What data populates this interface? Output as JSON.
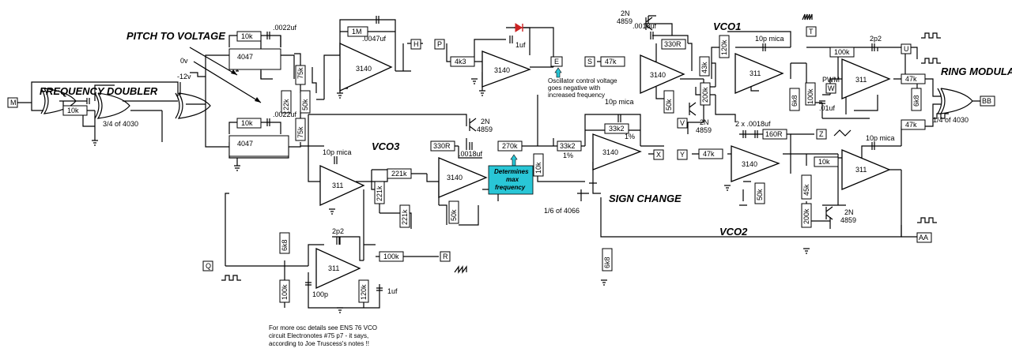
{
  "headings": {
    "pitch_to_voltage": "PITCH TO VOLTAGE",
    "frequency_doubler": "FREQUENCY DOUBLER",
    "vco1": "VCO1",
    "vco2": "VCO2",
    "vco3": "VCO3",
    "sign_change": "SIGN CHANGE",
    "ring_modulator": "RING MODULATOR"
  },
  "terminals": [
    "M",
    "H",
    "P",
    "E",
    "S",
    "T",
    "U",
    "V",
    "W",
    "X",
    "Y",
    "Z",
    "R",
    "Q",
    "AA",
    "BB"
  ],
  "chips": {
    "c4047": "4047",
    "c3140": "3140",
    "c311": "311",
    "xor_doubler": "3/4 of 4030",
    "xor_ring": "1/4 of 4030",
    "switch": "1/6 of 4066"
  },
  "components": {
    "r10k": "10k",
    "r1m": "1M",
    "r75k": "75k",
    "r22k": "22k",
    "r50k": "50k",
    "r4k3": "4k3",
    "r47k": "47k",
    "r330": "330R",
    "r120k": "120k",
    "r43k": "43k",
    "r200k": "200k",
    "r6k8": "6k8",
    "r100k": "100k",
    "r33k2": "33k2",
    "r270k": "270k",
    "r221k": "221k",
    "r160": "160R",
    "r45k": "45k",
    "c0022": ".0022uf",
    "c0047": ".0047uf",
    "c1uf": "1uf",
    "c0018": ".0018uf",
    "c10p": "10p mica",
    "c2p2": "2p2",
    "c01": ".01uf",
    "c100p": "100p",
    "c2x": "2 x .0018uf",
    "tr2n": "2N",
    "tr4859": "4859",
    "pct1": "1%",
    "pwm": "PWM",
    "v0": "0v",
    "vm12": "-12v"
  },
  "annotations": {
    "osc_note": [
      "Oscillator control voltage",
      "goes negative with",
      "increased frequency"
    ],
    "max_freq": [
      "Determines",
      "max",
      "frequency"
    ],
    "footer": [
      "For more osc details see ENS 76 VCO",
      "circuit Electronotes #75 p7 - it says,",
      "according to Joe Truscess's notes !!"
    ]
  },
  "colors": {
    "wire": "#000000",
    "highlight": "#29c6d6",
    "diode": "#cc2222"
  }
}
